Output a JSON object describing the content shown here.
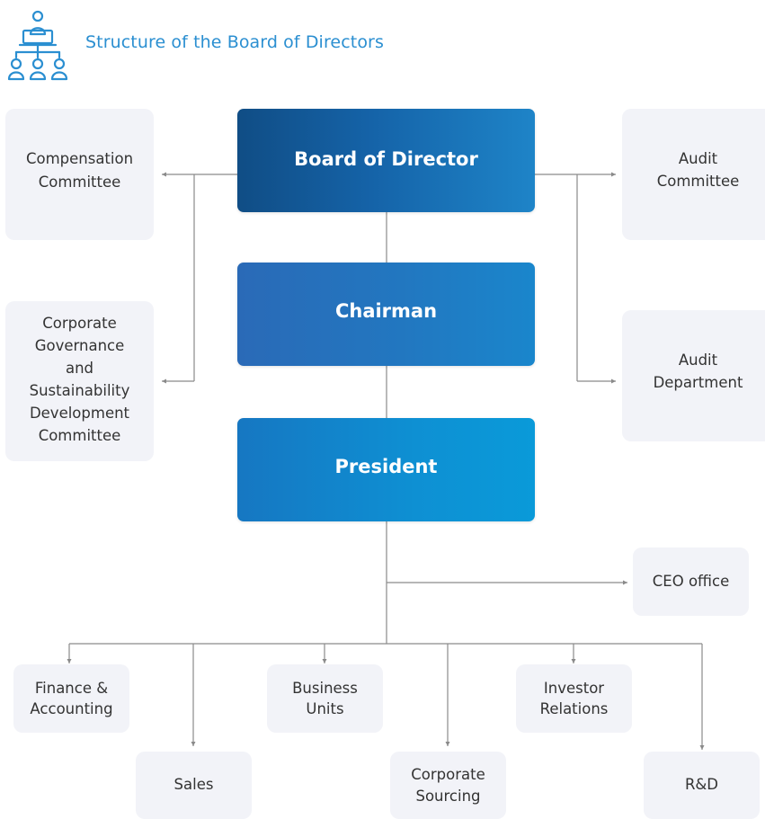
{
  "header": {
    "title": "Structure of the Board of Directors",
    "icon": "org-structure-icon",
    "accent_color": "#2b8fd1"
  },
  "main_boxes": {
    "board": "Board of Director",
    "chairman": "Chairman",
    "president": "President"
  },
  "committees": {
    "compensation": [
      "Compensation",
      "Committee"
    ],
    "governance": [
      "Corporate",
      "Governance",
      "and",
      "Sustainability",
      "Development",
      "Committee"
    ],
    "audit_committee": [
      "Audit",
      "Committee"
    ],
    "audit_department": [
      "Audit",
      "Department"
    ]
  },
  "ceo_office": "CEO office",
  "departments": {
    "finance": [
      "Finance &",
      "Accounting"
    ],
    "sales": [
      "Sales"
    ],
    "business_units": [
      "Business",
      "Units"
    ],
    "corporate_sourcing": [
      "Corporate",
      "Sourcing"
    ],
    "investor_relations": [
      "Investor",
      "Relations"
    ],
    "rd": [
      "R&D"
    ]
  },
  "colors": {
    "board_box": "#1563a8",
    "chairman_box": "#2277c0",
    "president_box": "#0e90d3",
    "side_box_bg": "#f2f3f8",
    "connector": "#8a8a8a"
  }
}
